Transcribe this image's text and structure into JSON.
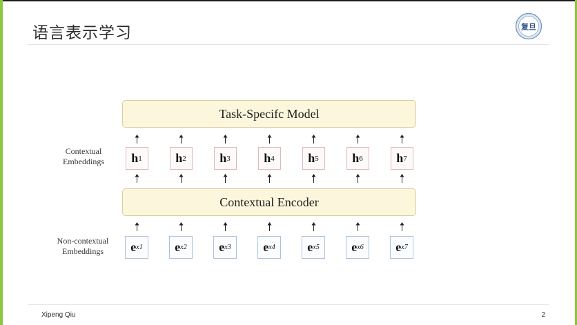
{
  "slide": {
    "title": "语言表示学习",
    "footer_author": "Xipeng Qiu",
    "page_number": "2",
    "logo_text": "复旦"
  },
  "diagram": {
    "task_model_label": "Task-Specifc Model",
    "encoder_label": "Contextual Encoder",
    "contextual_label_line1": "Contextual",
    "contextual_label_line2": "Embeddings",
    "noncontextual_label_line1": "Non-contextual",
    "noncontextual_label_line2": "Embeddings",
    "hidden_symbol": "h",
    "embedding_symbol": "e",
    "embedding_sub_prefix": "x",
    "indices": [
      "1",
      "2",
      "3",
      "4",
      "5",
      "6",
      "7"
    ]
  },
  "colors": {
    "accent_bar": "#8dc63f",
    "box_fill": "#fbf6dc",
    "h_border": "#e2b7b7",
    "e_border": "#a9c2dd"
  }
}
